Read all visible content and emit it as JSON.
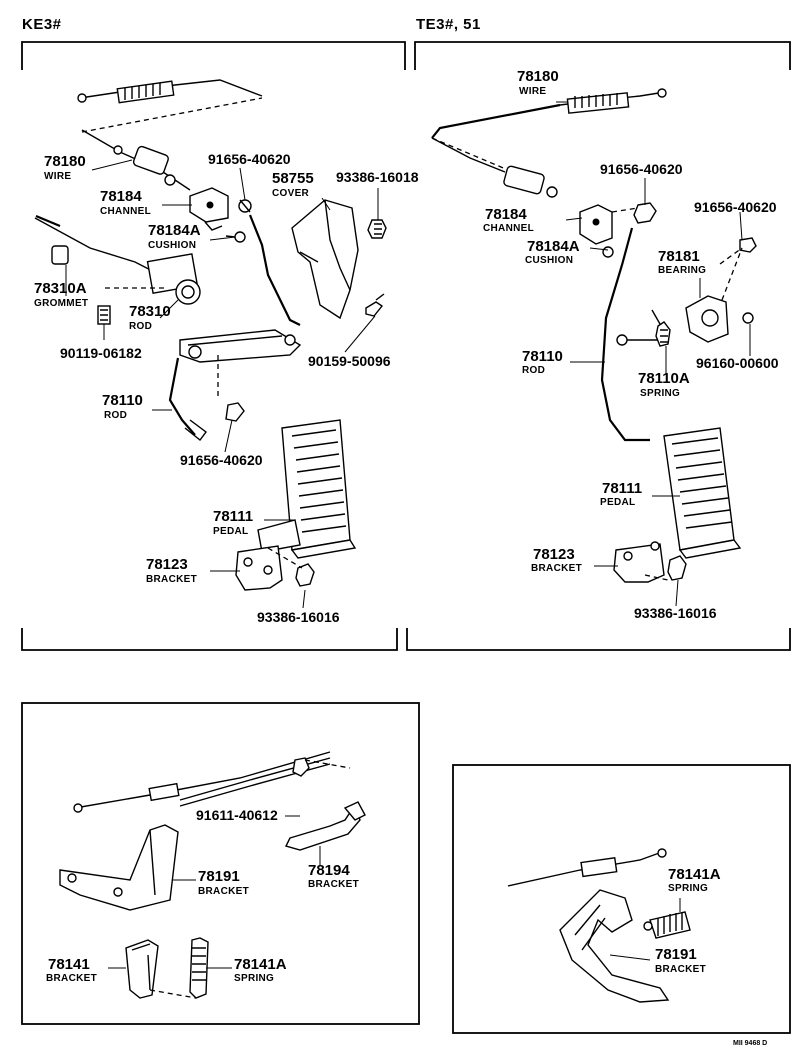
{
  "sections": {
    "left_header": "KE3#",
    "right_header": "TE3#, 51"
  },
  "left_parts": [
    {
      "no": "78180",
      "name": "WIRE"
    },
    {
      "no": "78184",
      "name": "CHANNEL"
    },
    {
      "no": "78184A",
      "name": "CUSHION"
    },
    {
      "no": "78310A",
      "name": "GROMMET"
    },
    {
      "no": "78310",
      "name": "ROD"
    },
    {
      "no": "90119-06182",
      "name": ""
    },
    {
      "no": "91656-40620",
      "name": ""
    },
    {
      "no": "58755",
      "name": "COVER"
    },
    {
      "no": "93386-16018",
      "name": ""
    },
    {
      "no": "90159-50096",
      "name": ""
    },
    {
      "no": "78110",
      "name": "ROD"
    },
    {
      "no": "91656-40620",
      "name": ""
    },
    {
      "no": "78111",
      "name": "PEDAL"
    },
    {
      "no": "78123",
      "name": "BRACKET"
    },
    {
      "no": "93386-16016",
      "name": ""
    }
  ],
  "right_parts": [
    {
      "no": "78180",
      "name": "WIRE"
    },
    {
      "no": "91656-40620",
      "name": ""
    },
    {
      "no": "91656-40620",
      "name": ""
    },
    {
      "no": "78184",
      "name": "CHANNEL"
    },
    {
      "no": "78184A",
      "name": "CUSHION"
    },
    {
      "no": "78181",
      "name": "BEARING"
    },
    {
      "no": "78110",
      "name": "ROD"
    },
    {
      "no": "78110A",
      "name": "SPRING"
    },
    {
      "no": "96160-00600",
      "name": ""
    },
    {
      "no": "78111",
      "name": "PEDAL"
    },
    {
      "no": "78123",
      "name": "BRACKET"
    },
    {
      "no": "93386-16016",
      "name": ""
    }
  ],
  "inset_left_parts": [
    {
      "no": "91611-40612",
      "name": ""
    },
    {
      "no": "78191",
      "name": "BRACKET"
    },
    {
      "no": "78194",
      "name": "BRACKET"
    },
    {
      "no": "78141",
      "name": "BRACKET"
    },
    {
      "no": "78141A",
      "name": "SPRING"
    }
  ],
  "inset_right_parts": [
    {
      "no": "78141A",
      "name": "SPRING"
    },
    {
      "no": "78191",
      "name": "BRACKET"
    }
  ],
  "footer_code": "MII 9468 D"
}
